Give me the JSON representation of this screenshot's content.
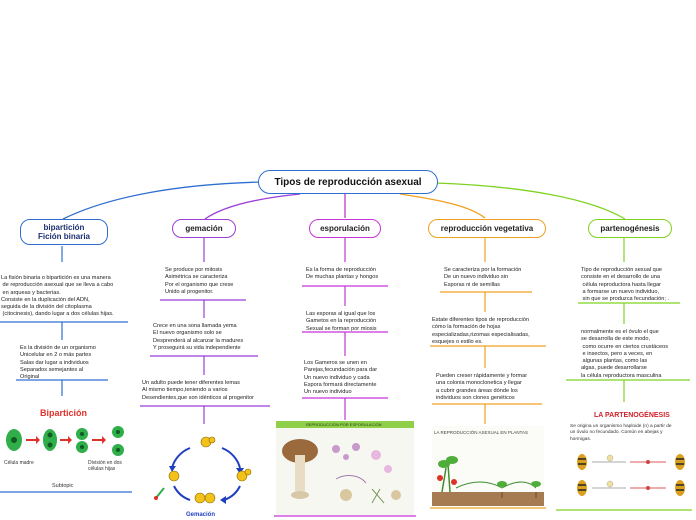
{
  "root": {
    "title": "Tipos de reproducción asexual",
    "color": "#2f6fd0"
  },
  "branches": [
    {
      "id": "biparticion",
      "title_line1": "bipartición",
      "title_line2": "Fición binaria",
      "color": "#2f6fd0",
      "texts": [
        "La fisión binaria o bipartición es una manera\n de reproducción asexual que se lleva a cabo\n en arqueas y bacterias.\nConsiste en la duplicación del ADN,\nseguida de la división del citoplasma\n (citocinesis), dando lugar a dos células hijas.",
        "Es la división de un organismo\nUnicelular en 2 o más partes\nSalas dar lugar a individuos\nSeparados semejantes al\nOriginal"
      ],
      "illustration": {
        "title": "Bipartición",
        "label_left": "Célula madre",
        "label_right": "División en dos\ncélulas hijas",
        "caption": "Subtopic"
      }
    },
    {
      "id": "gemacion",
      "title_line1": "gemación",
      "color": "#9b3fd6",
      "texts": [
        "Se produce por mitosis\nAsimétrica se caracteriza\nPor el organismo que crese\nUnido al progenitor.",
        "Crece en una sona llamada yema\nEl nuevo organismo solo se\nDesprenderá al alcanzar la madures\nY proseguirá su vida independiente",
        "Un adulto puede tener diferentes lemas\nAl mismo tiempo,teniendo a varios\nDesendientes,que son idénticos al progenitor"
      ],
      "illustration": {
        "caption": "Gemación"
      }
    },
    {
      "id": "esporulacion",
      "title_line1": "esporulación",
      "color": "#c434d6",
      "texts": [
        "Es la forma de reproducción\nDe muchas plantas y hongos",
        "Las esporas al igual que los\nGametos en la reproducción\nSexual se forman por miosis",
        "Los Gameros se unen en\nParejas,fecundación para dar\nUn nuevo individuo y cada\nEspora formará directamente\nUn nuevo individuo"
      ],
      "illustration": {
        "title": "REPRODUCCIÓN POR ESPORULACIÓN"
      }
    },
    {
      "id": "vegetativa",
      "title_line1": "reproducción vegetativa",
      "color": "#f0a020",
      "texts": [
        "Se caracteriza por la formación\nDe un nuevo individuo sin\nEsporas ni de semillas",
        "Estate diferentes tipos de reproducción\ncómo la formación de hojas\nespecializadas,rizomas especialisadas,\nesquejes o estilo es.",
        "Pueden creser rápidamente y formar\nuna colonia monoclonetica y llegar\na cubrir grandes áreas dónde los\nindividuos son clones genéticos"
      ],
      "illustration": {
        "title": "LA REPRODUCCIÓN ASEXUAL EN PLANTAS"
      }
    },
    {
      "id": "partenogenesis",
      "title_line1": "partenogénesis",
      "color": "#7ed321",
      "texts": [
        "Tipo de reproducción sexual que\nconsiste en el desarrollo de una\n célula reproductora hasta llegar\n a formarse un nuevo individuo,\n sin que se produzca fecundación; .",
        "normalmente es el óvulo el que\nse desarrolla de este modo,\n como ocurre en ciertos crustáceos\n e insectos, pero a veces, en\n algunas plantas, como las\nalgas, puede desarrollarse\nla célula reproductora masculina"
      ],
      "illustration": {
        "title": "LA PARTENOGÉNESIS",
        "body": "Se origina un organismo haploide (n) a partir de\nun óvulo no fecundado. Común en abejas y\nhormigas."
      }
    }
  ]
}
